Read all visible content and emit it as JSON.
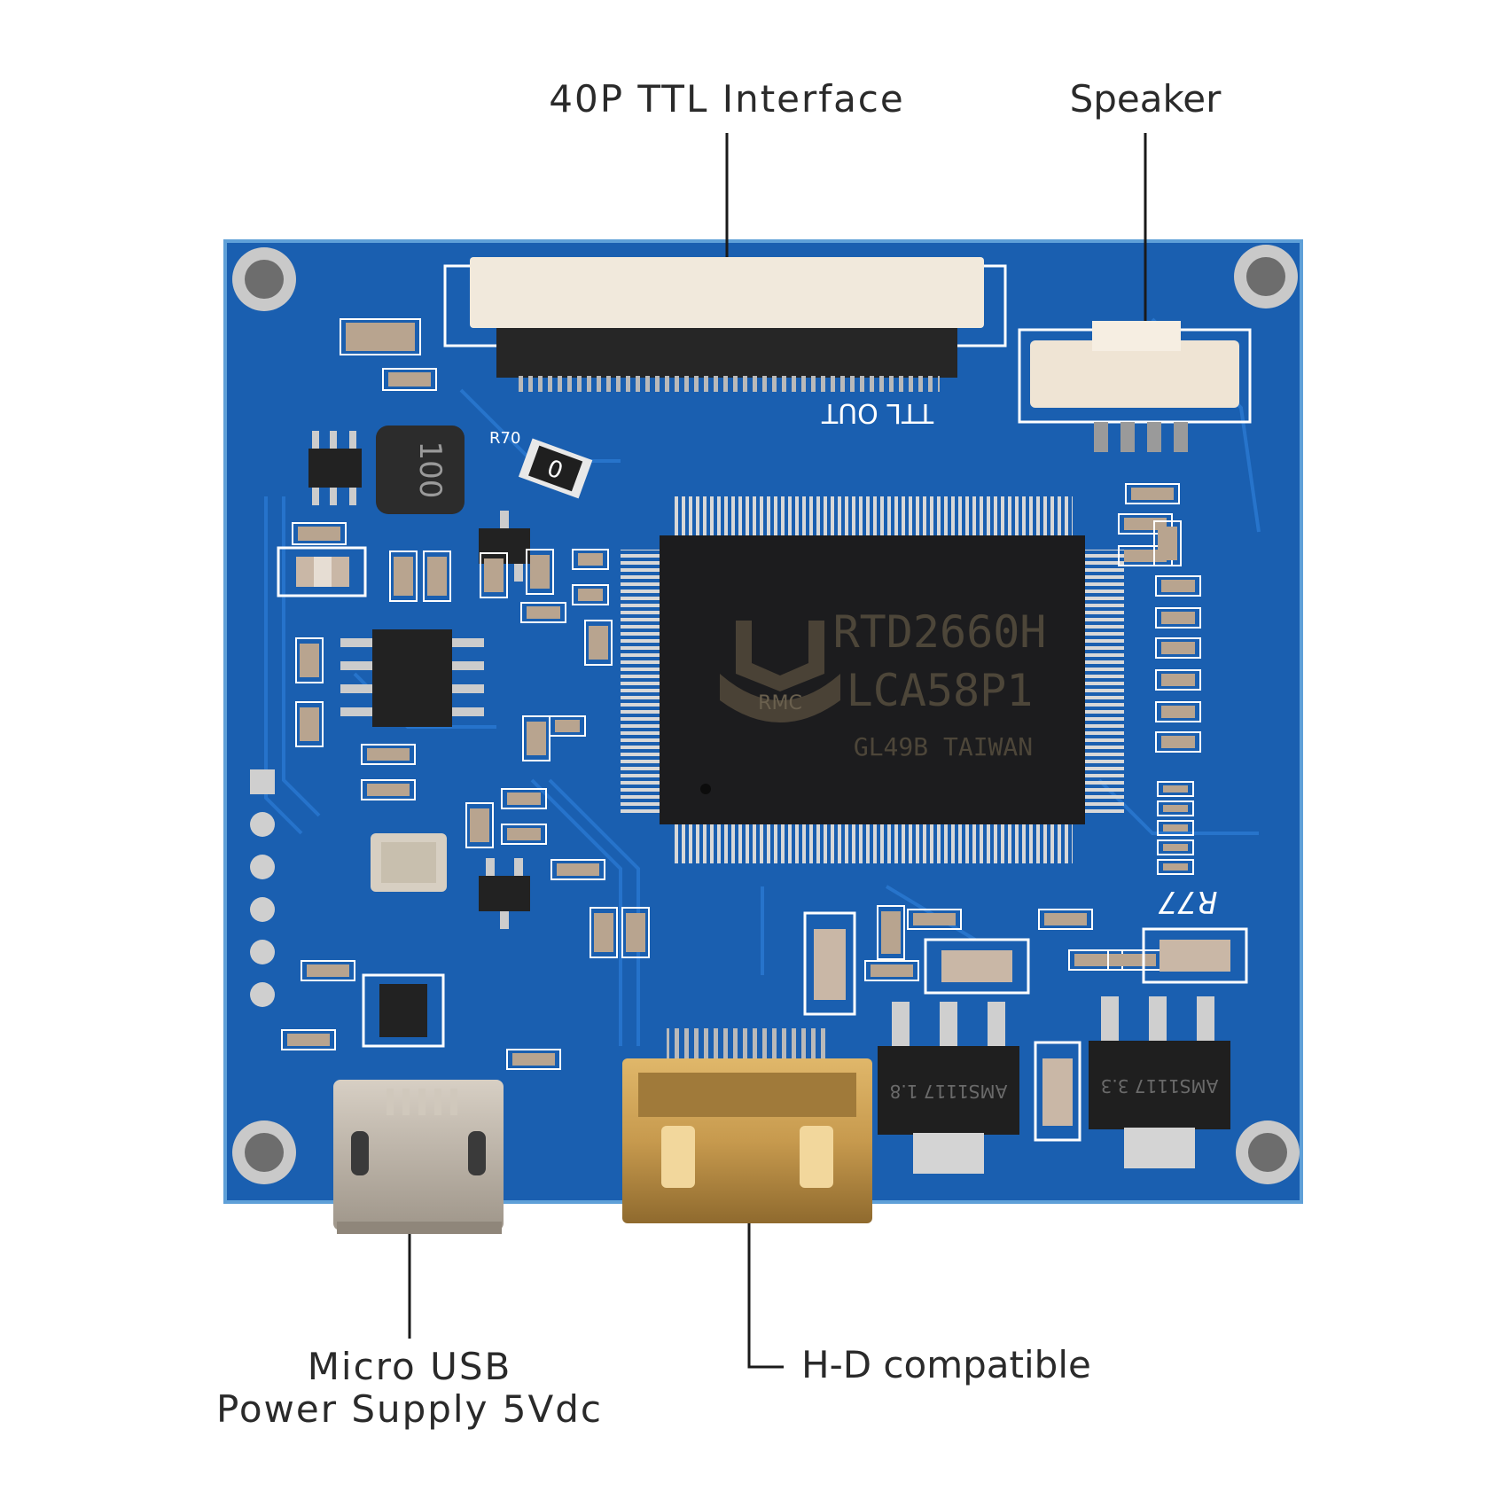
{
  "labels": {
    "ttl_interface": "40P TTL Interface",
    "speaker": "Speaker",
    "micro_usb_line1": "Micro USB",
    "micro_usb_line2": "Power Supply 5Vdc",
    "hd_compatible": "H-D compatible"
  },
  "board": {
    "chip_line1": "RTD2660H",
    "chip_line2": "LCA58P1",
    "chip_line3": "GL49B TAIWAN",
    "chip_logo": "RMC",
    "connector_silk": "TTL OUT",
    "inductor_marking": "100",
    "regulator_left": "AMS1117 1.8",
    "regulator_right": "AMS1117 3.3",
    "resistor_0": "0",
    "label_r70": "R70",
    "label_r77": "R77",
    "colors": {
      "pcb_blue": "#1a5fb0",
      "pcb_trace": "#1e6cc4",
      "silkscreen": "#ffffff",
      "chip_black": "#1c1c1e",
      "pin_silver": "#cfcfcf",
      "connector_cream": "#f1e9dc",
      "hdmi_gold": "#c79a4e",
      "usb_silver": "#bdb4a8"
    }
  }
}
